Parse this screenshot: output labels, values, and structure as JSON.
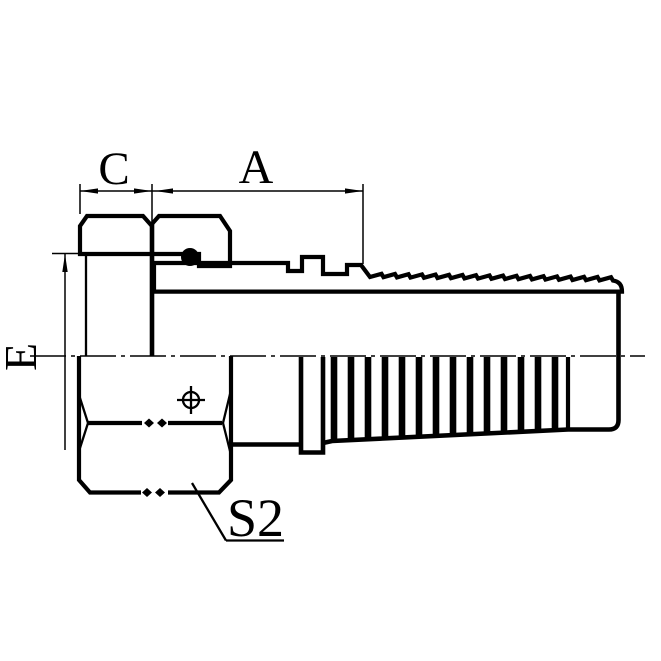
{
  "drawing": {
    "title": "hydraulic-hose-fitting-half-section-drawing",
    "labels": {
      "dim_c": "C",
      "dim_a": "A",
      "dim_e": "E",
      "hex_size": "S2"
    },
    "colors": {
      "line": "#000000",
      "background": "#ffffff"
    }
  }
}
